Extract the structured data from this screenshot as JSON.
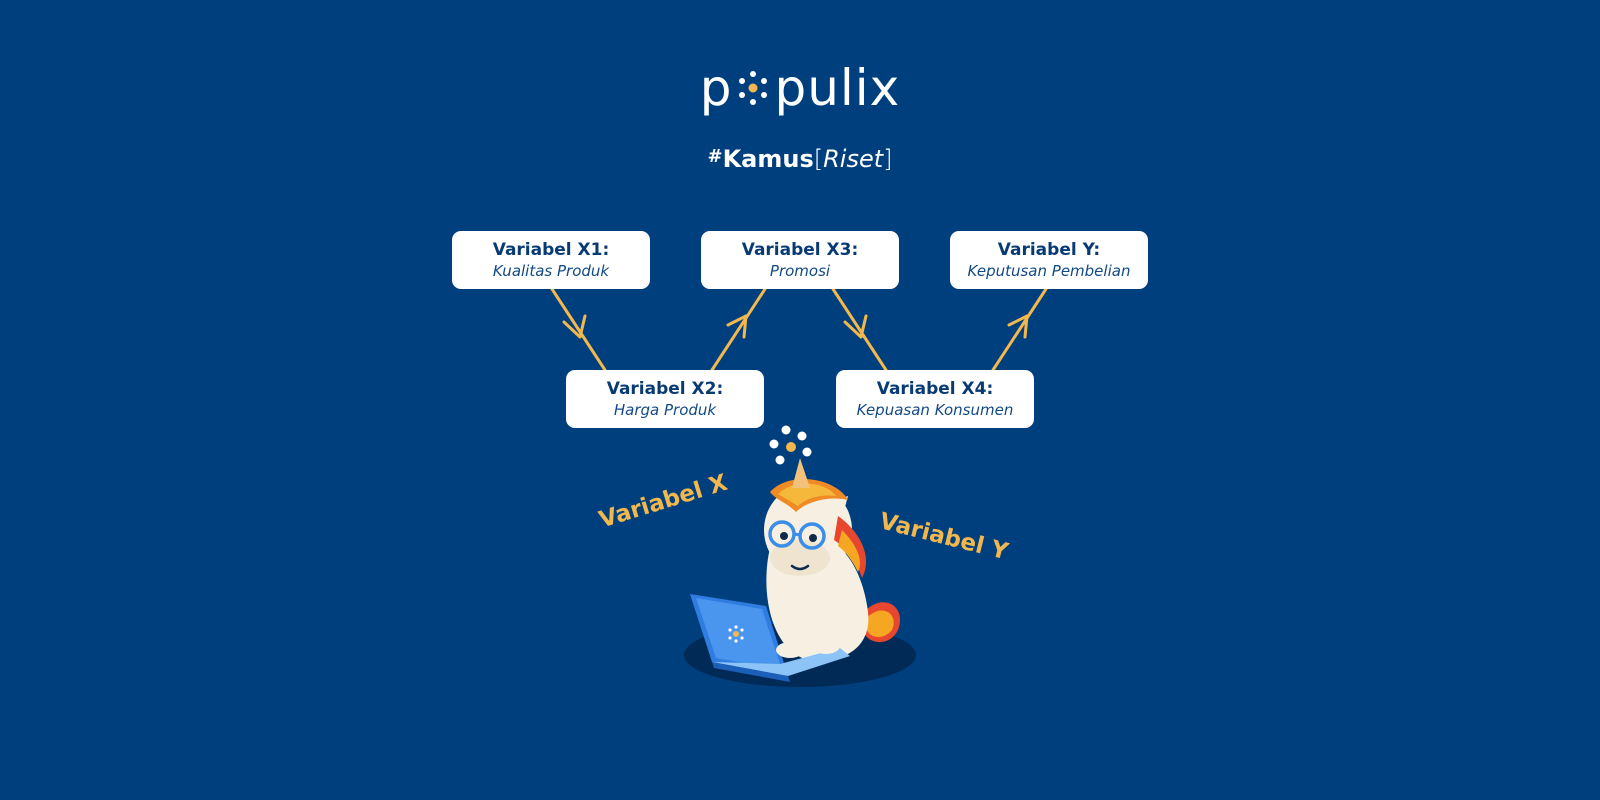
{
  "brand": {
    "logo_start": "p",
    "logo_end": "pulix",
    "colors": {
      "background": "#003f7d",
      "accent": "#f2b84d",
      "white": "#ffffff"
    }
  },
  "subtitle": {
    "hash": "#",
    "word": "Kamus",
    "open": "[",
    "italic": "Riset",
    "close": "]"
  },
  "nodes": [
    {
      "id": "x1",
      "title": "Variabel X1:",
      "subtitle": "Kualitas Produk"
    },
    {
      "id": "x3",
      "title": "Variabel X3:",
      "subtitle": "Promosi"
    },
    {
      "id": "y",
      "title": "Variabel Y:",
      "subtitle": "Keputusan Pembelian"
    },
    {
      "id": "x2",
      "title": "Variabel X2:",
      "subtitle": "Harga Produk"
    },
    {
      "id": "x4",
      "title": "Variabel X4:",
      "subtitle": "Kepuasan Konsumen"
    }
  ],
  "edges": [
    {
      "from": "x1",
      "to": "x2"
    },
    {
      "from": "x2",
      "to": "x3"
    },
    {
      "from": "x3",
      "to": "x4"
    },
    {
      "from": "x4",
      "to": "y"
    }
  ],
  "illustration": {
    "label_left": "Variabel X",
    "label_right": "Variabel Y",
    "icon": "unicorn-with-laptop-icon"
  }
}
